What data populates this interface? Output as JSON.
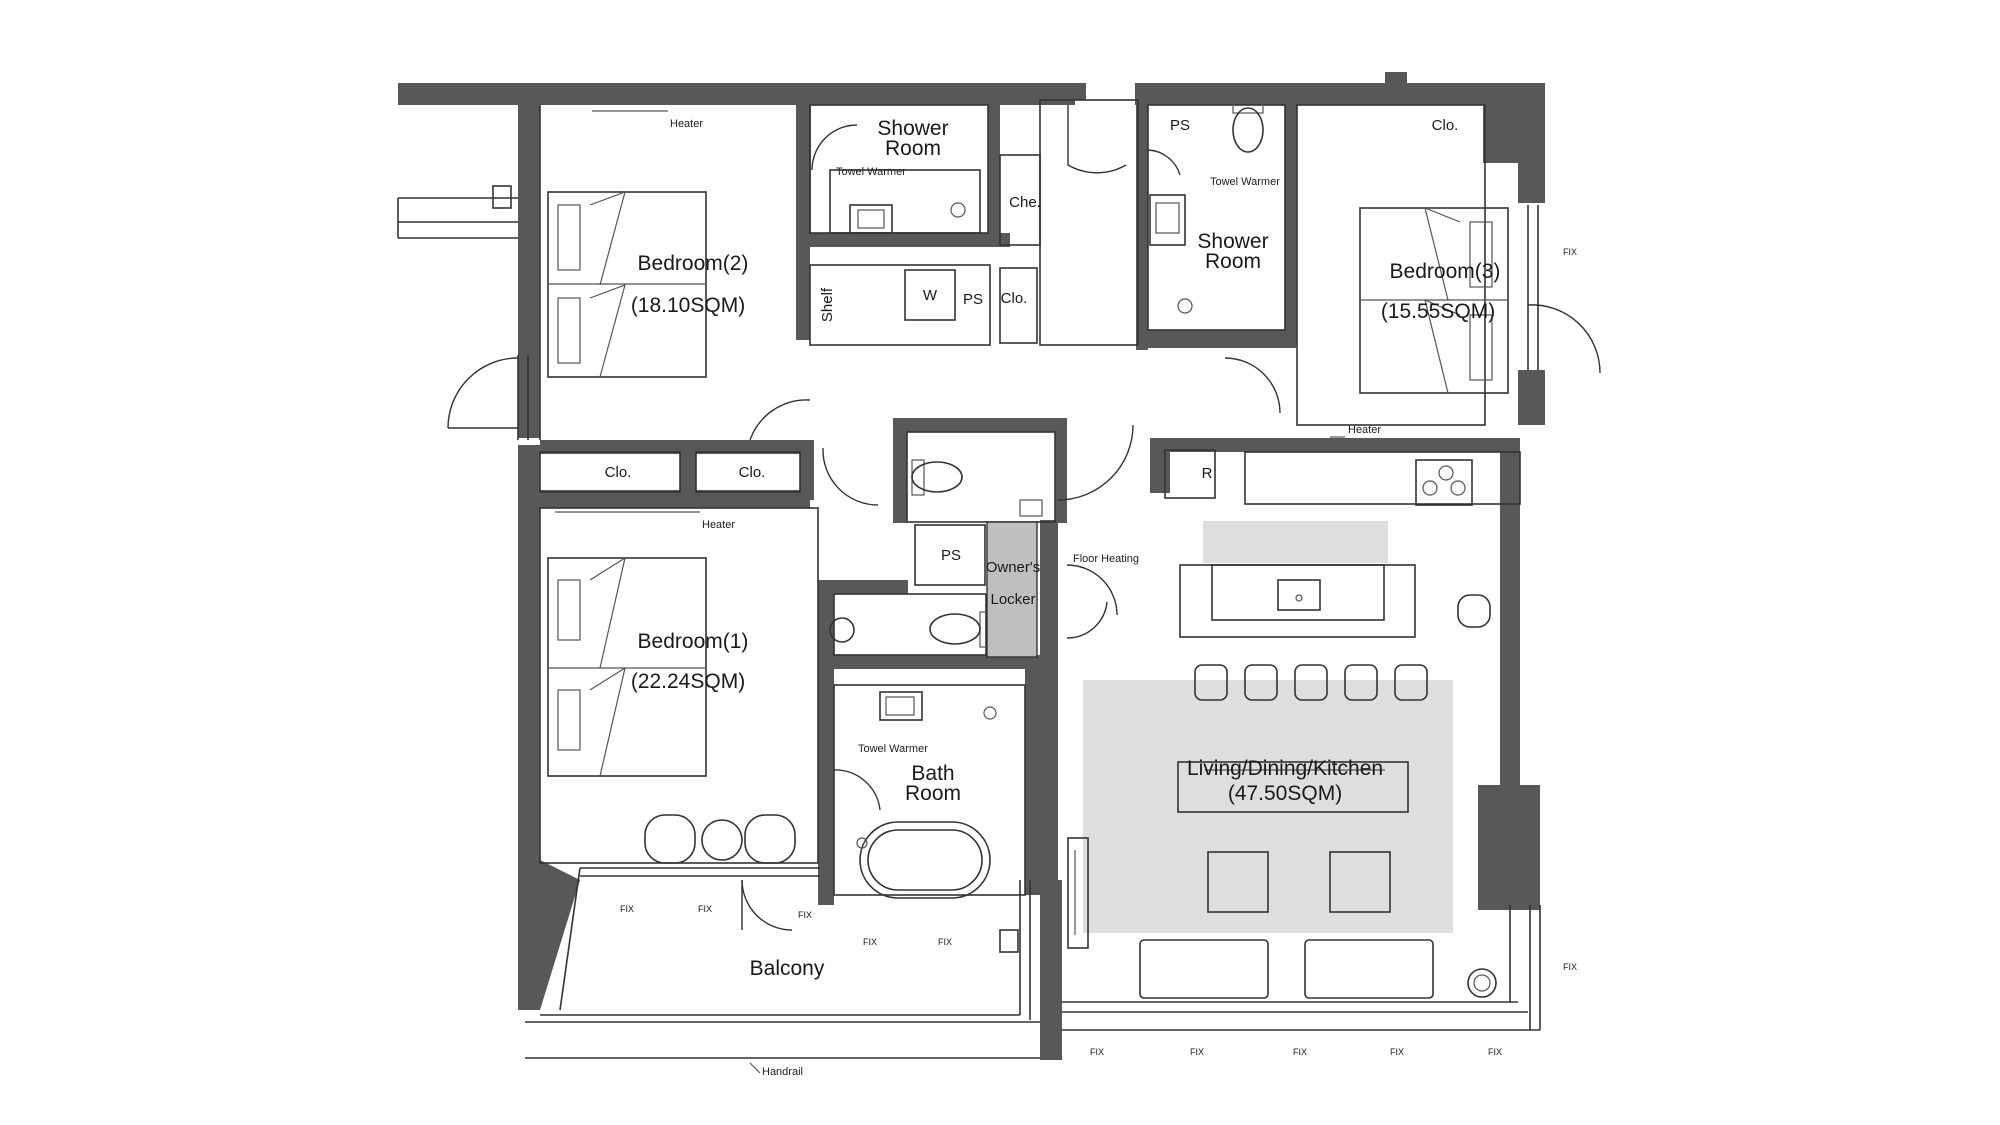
{
  "rooms": {
    "bedroom2": {
      "name": "Bedroom(2)",
      "area": "(18.10SQM)"
    },
    "bedroom3": {
      "name": "Bedroom(3)",
      "area": "(15.55SQM)"
    },
    "bedroom1": {
      "name": "Bedroom(1)",
      "area": "(22.24SQM)"
    },
    "shower_room_a": {
      "line1": "Shower",
      "line2": "Room"
    },
    "shower_room_b": {
      "line1": "Shower",
      "line2": "Room"
    },
    "bath_room": {
      "line1": "Bath",
      "line2": "Room"
    },
    "ldk": {
      "name": "Living/Dining/Kitchen",
      "area": "(47.50SQM)"
    },
    "balcony": {
      "name": "Balcony"
    },
    "owners_locker": {
      "line1": "Owner's",
      "line2": "Locker"
    }
  },
  "labels": {
    "clo": "Clo.",
    "ps": "PS",
    "che": "Che.",
    "shelf": "Shelf",
    "w": "W",
    "r": "R",
    "fix": "FIX"
  },
  "notes": {
    "heater": "Heater",
    "towel_warmer": "Towel Warmer",
    "floor_heating": "Floor Heating",
    "handrail": "Handrail"
  },
  "colors": {
    "wall": "#58585a",
    "highlight_zone": "#dedede",
    "locker_fill": "#bfbfbf"
  }
}
